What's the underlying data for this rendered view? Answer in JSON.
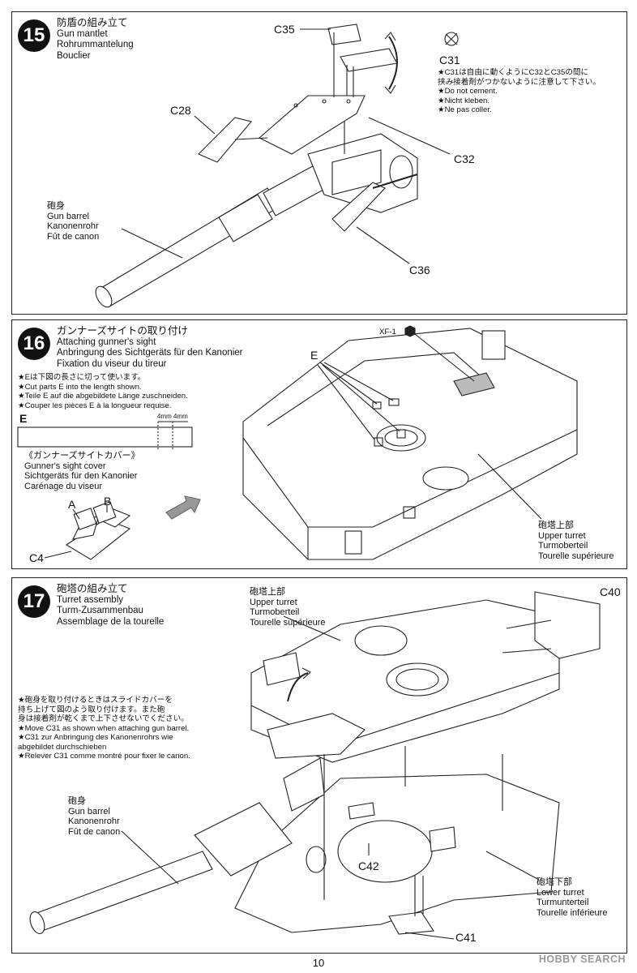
{
  "steps": [
    {
      "number": "15",
      "title": [
        "防盾の組み立て",
        "Gun mantlet",
        "Rohrummantelung",
        "Bouclier"
      ],
      "parts": {
        "c35": "C35",
        "c31": "C31",
        "c28": "C28",
        "c32": "C32",
        "c36": "C36"
      },
      "barrel": [
        "砲身",
        "Gun barrel",
        "Kanonenrohr",
        "Fût de canon"
      ],
      "note": [
        "★C31は自由に動くようにC32とC35の間に",
        "挟み接着剤がつかないように注意して下さい。",
        "★Do not cement.",
        "★Nicht kleben.",
        "★Ne pas coller."
      ]
    },
    {
      "number": "16",
      "title": [
        "ガンナーズサイトの取り付け",
        "Attaching gunner's sight",
        "Anbringung des Sichtgeräts für den Kanonier",
        "Fixation du viseur du tireur"
      ],
      "note": [
        "★Eは下図の長さに切って使います。",
        "★Cut parts E into the length shown.",
        "★Teile E auf die abgebildete Länge zuschneiden.",
        "★Couper les pièces E à la longueur requise."
      ],
      "part_e": "E",
      "dim1": "4mm",
      "dim2": "4mm",
      "cover": [
        "《ガンナーズサイトカバー》",
        "Gunner's sight cover",
        "Sichtgeräts für den Kanonier",
        "Carénage du viseur"
      ],
      "parts": {
        "a": "A",
        "b": "B",
        "c4": "C4",
        "e": "E",
        "xf1": "XF-1"
      },
      "upper_turret": [
        "砲塔上部",
        "Upper turret",
        "Turmoberteil",
        "Tourelle supérieure"
      ]
    },
    {
      "number": "17",
      "title": [
        "砲塔の組み立て",
        "Turret assembly",
        "Turm-Zusammenbau",
        "Assemblage de la tourelle"
      ],
      "upper_turret": [
        "砲塔上部",
        "Upper turret",
        "Turmoberteil",
        "Tourelle supérieure"
      ],
      "parts": {
        "c40": "C40",
        "c42": "C42",
        "c41": "C41"
      },
      "note": [
        "★砲身を取り付けるときはスライドカバーを",
        "持ち上げて図のよう取り付けます。また砲",
        "身は接着剤が乾くまで上下させないでください。",
        "★Move C31 as shown when attaching gun barrel.",
        "★C31 zur Anbringung des Kanonenrohrs wie",
        "abgebildet durchschieben",
        "★Relever C31 comme montré pour fixer le canon."
      ],
      "barrel": [
        "砲身",
        "Gun barrel",
        "Kanonenrohr",
        "Fût de canon"
      ],
      "lower_turret": [
        "砲塔下部",
        "Lower turret",
        "Turmunterteil",
        "Tourelle inférieure"
      ]
    }
  ],
  "page_number": "10",
  "watermark": "HOBBY SEARCH",
  "colors": {
    "line": "#222222",
    "number_bg": "#111111",
    "watermark": "#999999"
  }
}
